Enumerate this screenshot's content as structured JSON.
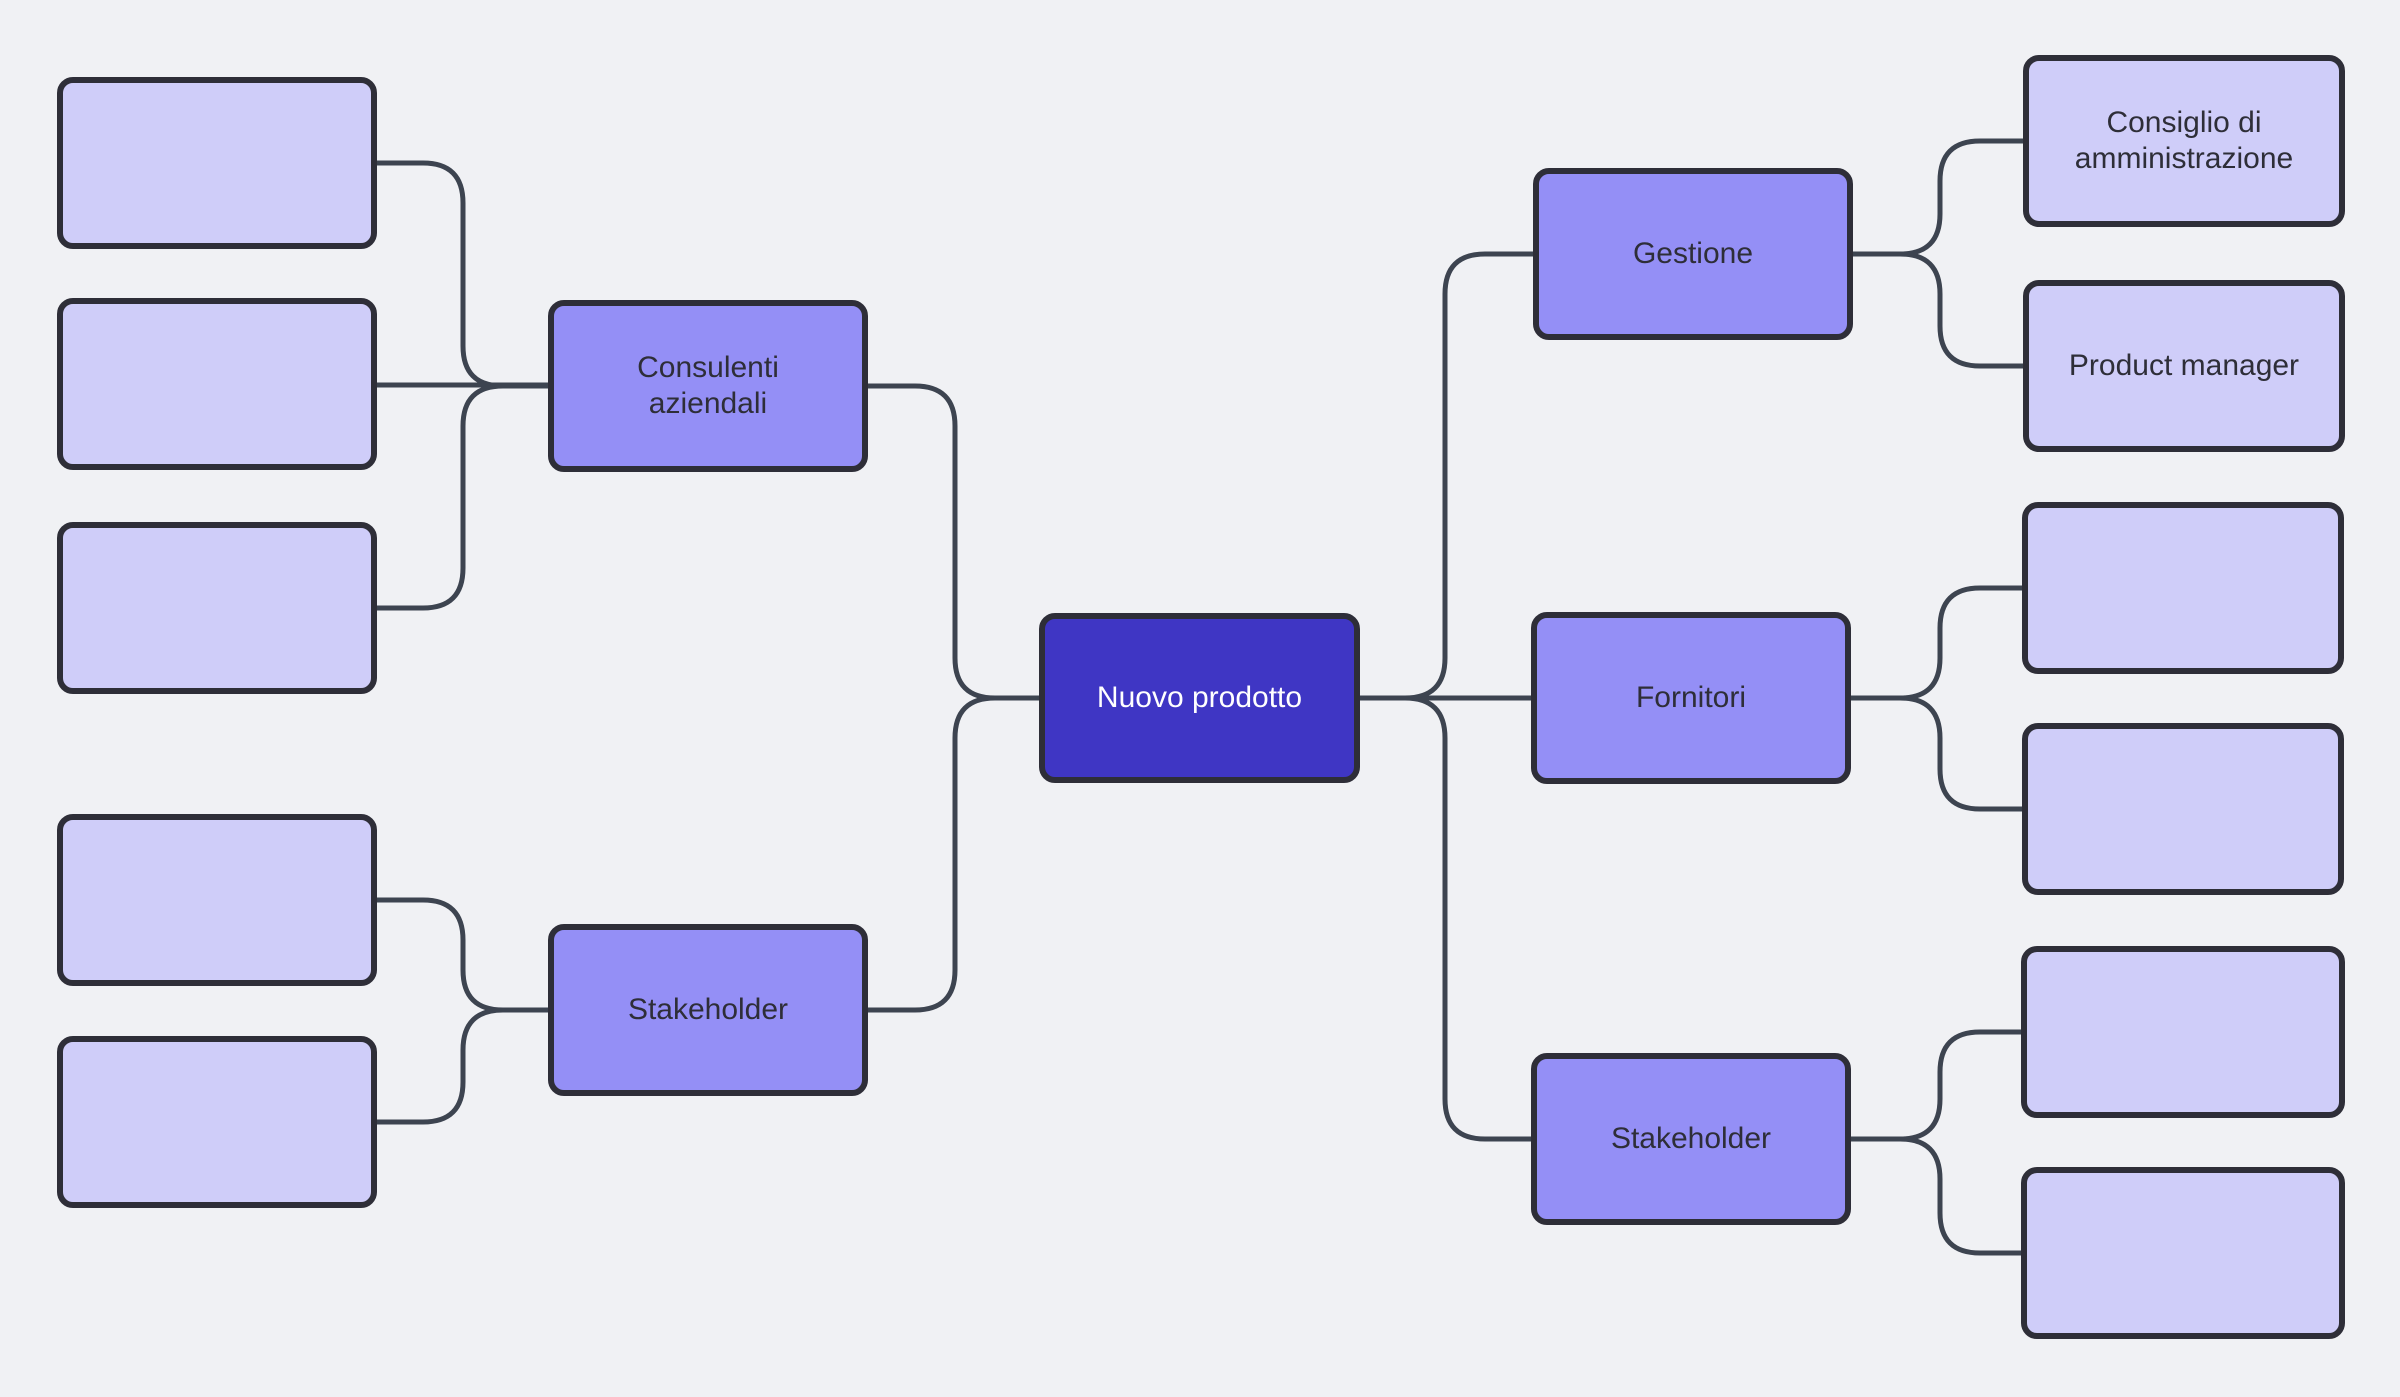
{
  "colors": {
    "bg": "#f0f1f4",
    "root_fill": "#3f36c4",
    "branch_fill": "#948ff6",
    "leaf_fill": "#cfcdf9",
    "node_border": "#2e2e38",
    "connector": "#3d4450",
    "root_text": "#ffffff",
    "node_text": "#2e2e38"
  },
  "mindmap": {
    "root": {
      "label": "Nuovo prodotto"
    },
    "branches": [
      {
        "label": "Consulenti aziendali",
        "side": "left",
        "children": [
          "",
          "",
          ""
        ]
      },
      {
        "label": "Stakeholder",
        "side": "left",
        "children": [
          "",
          ""
        ]
      },
      {
        "label": "Gestione",
        "side": "right",
        "children": [
          "Consiglio di amministrazione",
          "Product manager"
        ]
      },
      {
        "label": "Fornitori",
        "side": "right",
        "children": [
          "",
          ""
        ]
      },
      {
        "label": "Stakeholder",
        "side": "right",
        "children": [
          "",
          ""
        ]
      }
    ]
  }
}
